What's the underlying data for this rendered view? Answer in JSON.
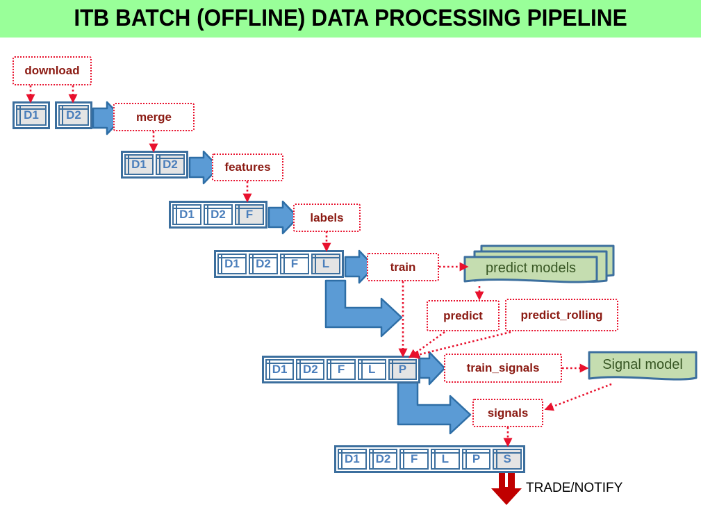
{
  "banner": {
    "title": "ITB BATCH (OFFLINE) DATA PROCESSING PIPELINE",
    "bg_color": "#99ff99",
    "text_color": "#000000"
  },
  "colors": {
    "process_border": "#e8112d",
    "process_text": "#8b1a12",
    "table_border": "#3c6f9e",
    "cell_label": "#4a7ebb",
    "cell_highlight_bg": "#e4e4e4",
    "block_arrow_fill": "#5b9bd5",
    "block_arrow_stroke": "#2e6ea6",
    "doc_fill": "#c5ddb0",
    "doc_stroke": "#3c6f9e",
    "doc_text": "#375623",
    "trade_arrow": "#c00000",
    "background": "#ffffff"
  },
  "processes": [
    {
      "id": "download",
      "label": "download"
    },
    {
      "id": "merge",
      "label": "merge"
    },
    {
      "id": "features",
      "label": "features"
    },
    {
      "id": "labels",
      "label": "labels"
    },
    {
      "id": "train",
      "label": "train"
    },
    {
      "id": "predict",
      "label": "predict"
    },
    {
      "id": "predict_rolling",
      "label": "predict_rolling"
    },
    {
      "id": "train_signals",
      "label": "train_signals"
    },
    {
      "id": "signals",
      "label": "signals"
    }
  ],
  "tables": {
    "row_d1": {
      "cells": [
        {
          "label": "D1",
          "highlight": true
        }
      ]
    },
    "row_d2": {
      "cells": [
        {
          "label": "D2",
          "highlight": true
        }
      ]
    },
    "row_merged": {
      "cells": [
        {
          "label": "D1",
          "highlight": true
        },
        {
          "label": "D2",
          "highlight": true
        }
      ]
    },
    "row_features": {
      "cells": [
        {
          "label": "D1",
          "highlight": false
        },
        {
          "label": "D2",
          "highlight": false
        },
        {
          "label": "F",
          "highlight": true
        }
      ]
    },
    "row_labels": {
      "cells": [
        {
          "label": "D1",
          "highlight": false
        },
        {
          "label": "D2",
          "highlight": false
        },
        {
          "label": "F",
          "highlight": false
        },
        {
          "label": "L",
          "highlight": true
        }
      ]
    },
    "row_predict": {
      "cells": [
        {
          "label": "D1",
          "highlight": false
        },
        {
          "label": "D2",
          "highlight": false
        },
        {
          "label": "F",
          "highlight": false
        },
        {
          "label": "L",
          "highlight": false
        },
        {
          "label": "P",
          "highlight": true
        }
      ]
    },
    "row_signals": {
      "cells": [
        {
          "label": "D1",
          "highlight": false
        },
        {
          "label": "D2",
          "highlight": false
        },
        {
          "label": "F",
          "highlight": false
        },
        {
          "label": "L",
          "highlight": false
        },
        {
          "label": "P",
          "highlight": false
        },
        {
          "label": "S",
          "highlight": true
        }
      ]
    }
  },
  "models": {
    "predict_models": {
      "label": "predict models",
      "stacked": true,
      "count": 3
    },
    "signal_model": {
      "label": "Signal model",
      "stacked": false,
      "count": 1
    }
  },
  "output": {
    "label": "TRADE/NOTIFY",
    "arrow_icon": "down-block-arrow-icon"
  }
}
